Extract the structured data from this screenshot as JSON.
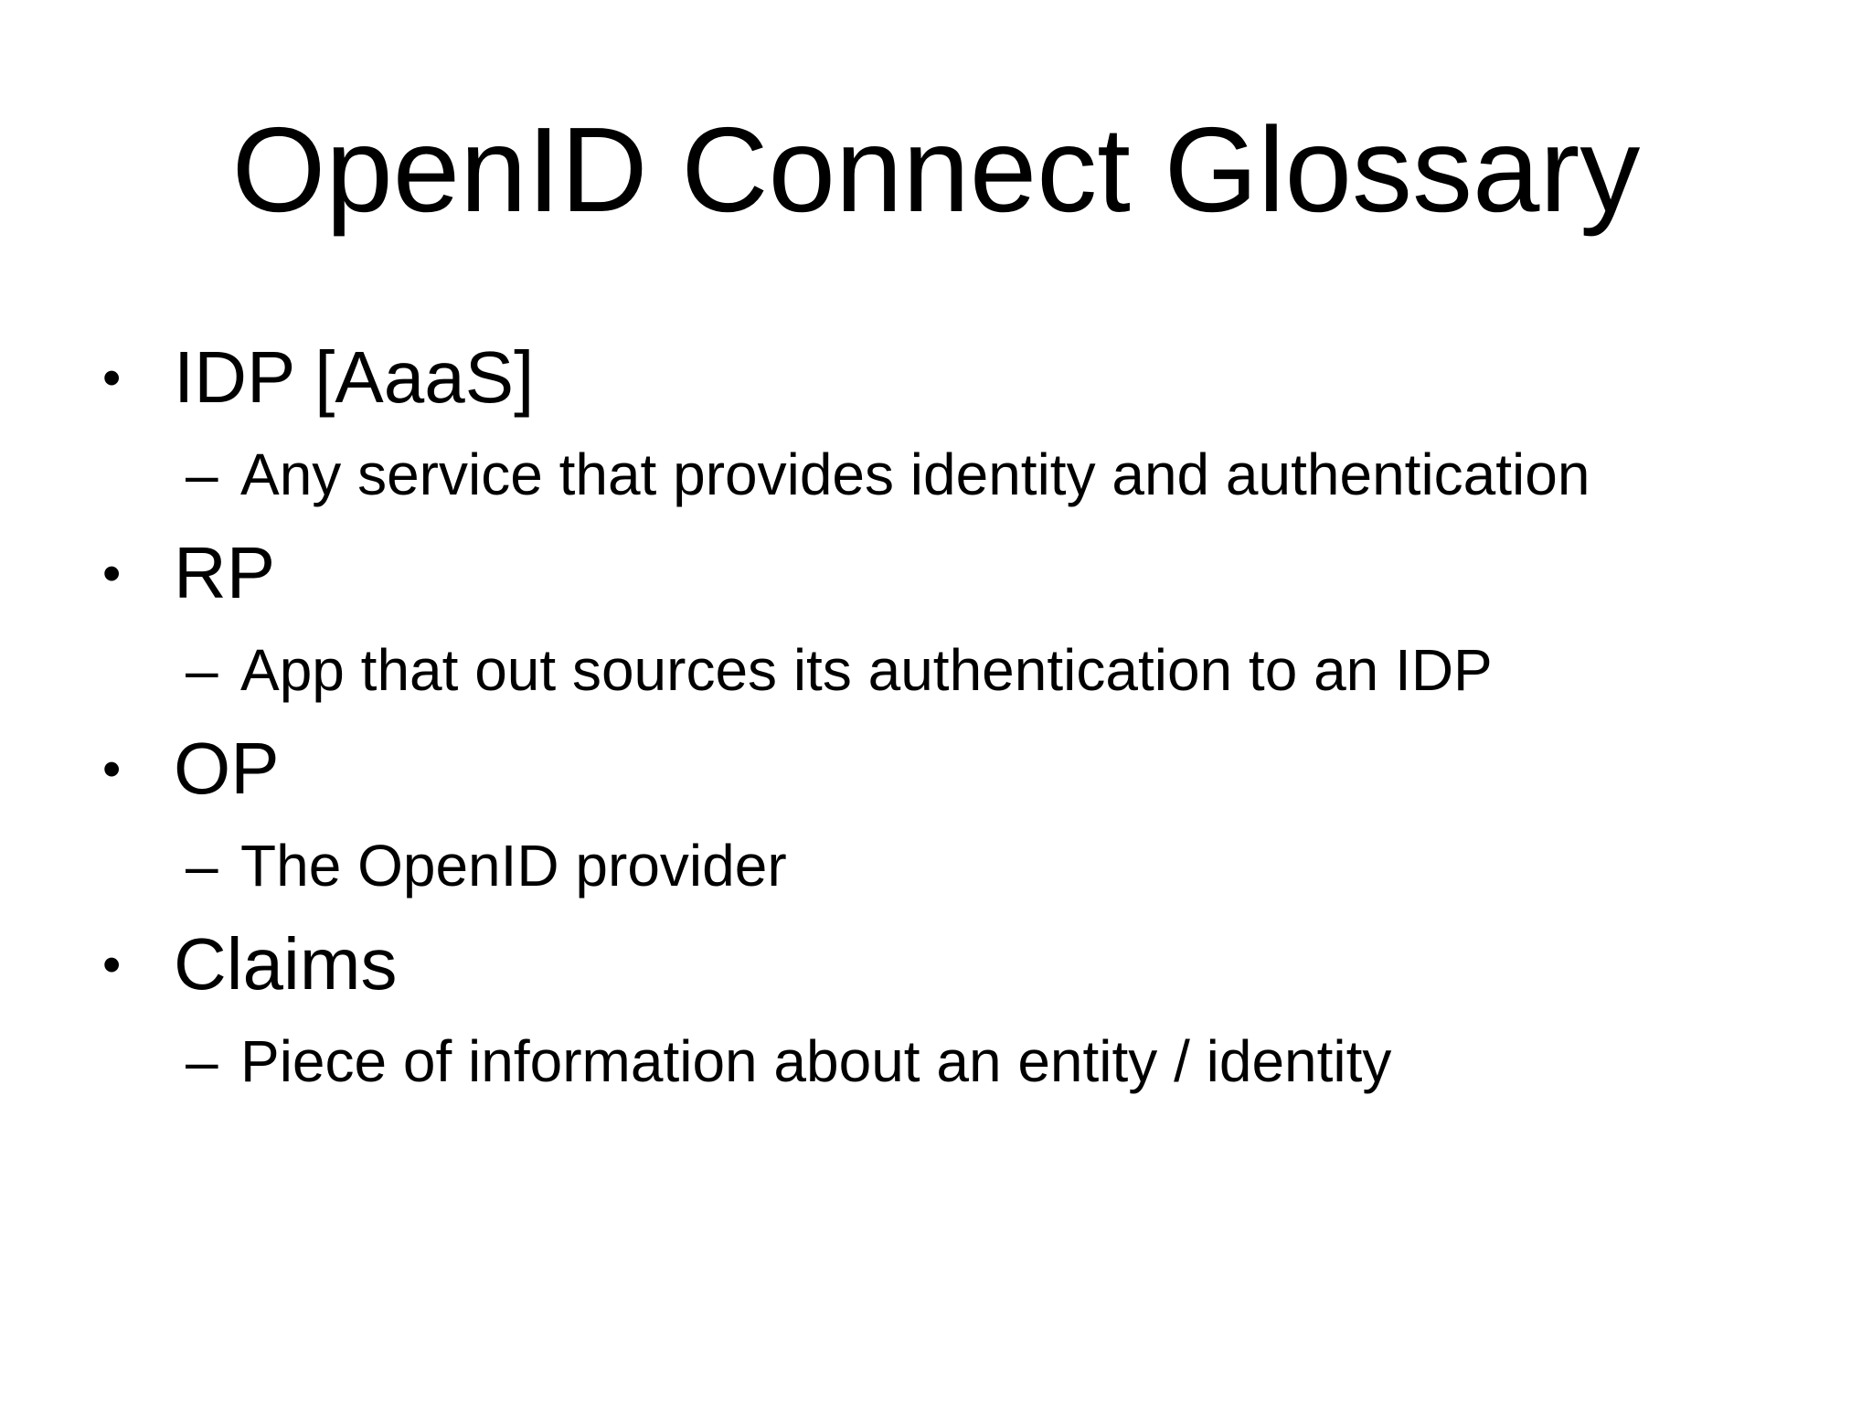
{
  "slide": {
    "title": "OpenID Connect Glossary",
    "bullet_char": "•",
    "dash_char": "–",
    "items": [
      {
        "term": "IDP [AaaS]",
        "definition": "Any service that provides identity and authentication"
      },
      {
        "term": "RP",
        "definition": "App that out sources its authentication to an IDP"
      },
      {
        "term": "OP",
        "definition": "The OpenID provider"
      },
      {
        "term": "Claims",
        "definition": "Piece of information about an entity / identity"
      }
    ]
  }
}
